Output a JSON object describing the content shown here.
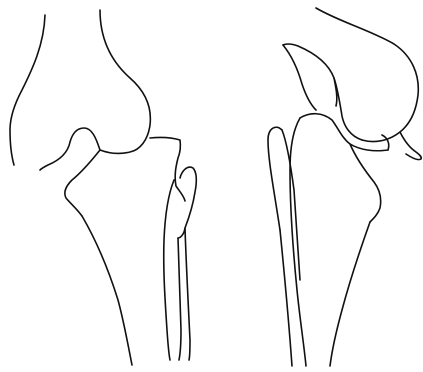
{
  "figure": {
    "background_color": "#ffffff",
    "line_color": "#111111",
    "views": [
      {
        "id": "front",
        "parts": [
          "femur",
          "tibia",
          "fibula"
        ]
      },
      {
        "id": "side",
        "parts": [
          "femur",
          "patella",
          "tibia",
          "fibula"
        ]
      }
    ]
  }
}
